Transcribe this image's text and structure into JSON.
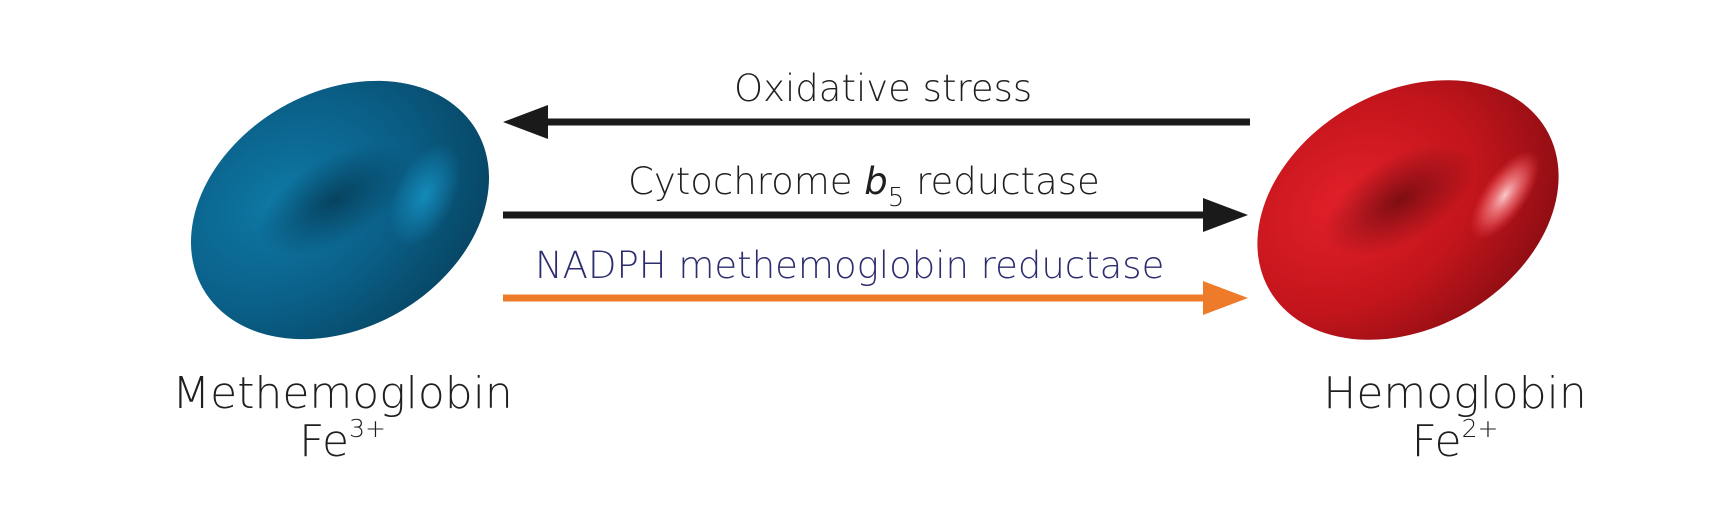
{
  "colors": {
    "methemoglobin_cell": "#0b5d86",
    "hemoglobin_cell": "#c8161d",
    "arrow_black": "#1a1a1a",
    "arrow_orange": "#ee7b2a",
    "nadph_text": "#2b2d6e"
  },
  "arrows": {
    "oxidative": {
      "label": "Oxidative stress"
    },
    "cytochrome": {
      "label_main": "Cytochrome ",
      "label_italic": "b",
      "label_sub": "5",
      "label_tail": " reductase"
    },
    "nadph": {
      "label": "NADPH methemoglobin reductase"
    }
  },
  "left_cell": {
    "name": "Methemoglobin",
    "ion": "Fe",
    "charge": "3+",
    "icon": "red-blood-cell-icon"
  },
  "right_cell": {
    "name": "Hemoglobin",
    "ion": "Fe",
    "charge": "2+",
    "icon": "red-blood-cell-icon"
  }
}
